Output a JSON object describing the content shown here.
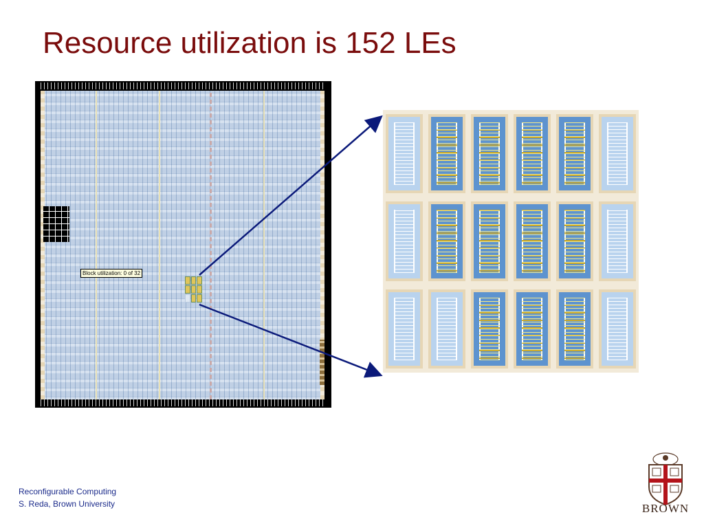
{
  "slide": {
    "title": "Resource utilization is 152 LEs"
  },
  "floorplan": {
    "tooltip": "Block utilization: 0 of 32"
  },
  "footer": {
    "line1": "Reconfigurable Computing",
    "line2": "S. Reda, Brown University"
  },
  "logo": {
    "wordmark": "BROWN"
  },
  "colors": {
    "title": "#7a0c0c",
    "footer": "#1a2a8a",
    "arrow": "#0b1a7a",
    "lab_used": "#5d93cf",
    "lab_unused": "#b9d3ee"
  },
  "icons": {
    "logo": "brown-university-shield-icon"
  }
}
